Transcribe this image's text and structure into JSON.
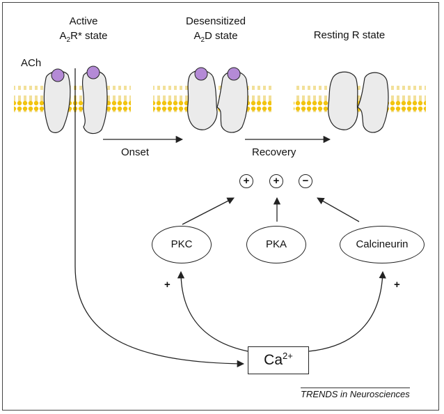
{
  "states": {
    "active_line1": "Active",
    "active_prefix": "A",
    "active_sub": "2",
    "active_suffix": "R* state",
    "desens_line1": "Desensitized",
    "desens_prefix": "A",
    "desens_sub": "2",
    "desens_suffix": "D state",
    "resting": "Resting R state"
  },
  "ach_label": "ACh",
  "transitions": {
    "onset": "Onset",
    "recovery": "Recovery"
  },
  "modulators": {
    "signs": [
      "+",
      "+",
      "−"
    ],
    "kinases": [
      "PKC",
      "PKA",
      "Calcineurin"
    ]
  },
  "calcium": {
    "base": "Ca",
    "charge": "2+"
  },
  "side_signs": {
    "left": "+",
    "right": "+"
  },
  "credit": "TRENDS in Neurosciences",
  "colors": {
    "lipid": "#f2c40f",
    "receptor_fill": "#ebebeb",
    "ach": "#b48ad6",
    "stroke": "#222222"
  }
}
